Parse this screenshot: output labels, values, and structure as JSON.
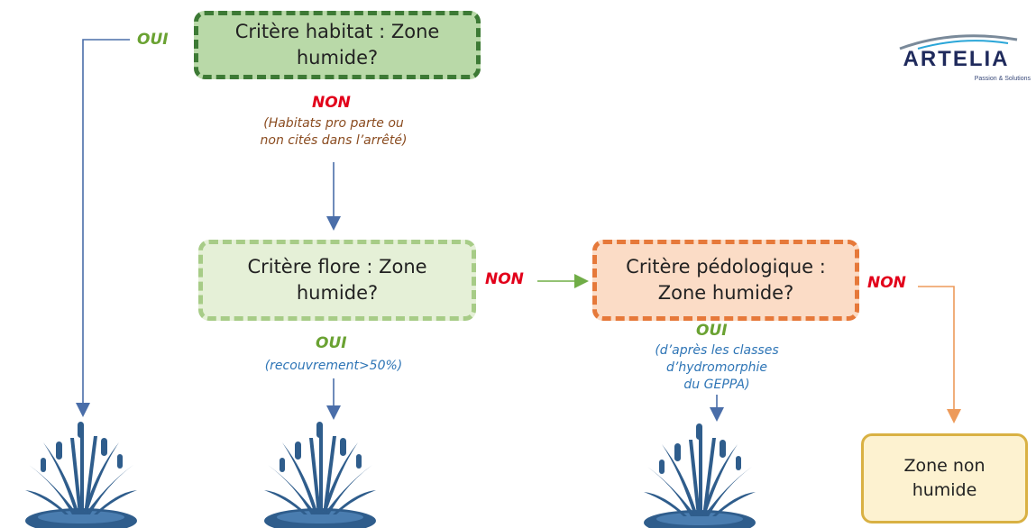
{
  "boxes": {
    "habitat": "Critère habitat : Zone humide?",
    "flore": "Critère flore : Zone humide?",
    "pedo": "Critère pédologique : Zone humide?",
    "non_humide": "Zone non humide"
  },
  "labels": {
    "oui_habitat": "OUI",
    "non_habitat": "NON",
    "non_habitat_note_1": "(Habitats pro parte ou",
    "non_habitat_note_2": "non cités dans l’arrêté)",
    "non_flore": "NON",
    "oui_flore": "OUI",
    "oui_flore_note": "(recouvrement>50%)",
    "non_pedo": "NON",
    "oui_pedo": "OUI",
    "oui_pedo_note_1": "(d’après les classes",
    "oui_pedo_note_2": "d’hydromorphie",
    "oui_pedo_note_3": "du GEPPA)"
  },
  "logo": {
    "name": "ARTELIA",
    "tagline": "Passion & Solutions"
  },
  "colors": {
    "oui": "#6aa232",
    "non": "#e2001a",
    "blue_note": "#2e75b6",
    "brown_note": "#8a4b1f",
    "arrow_blue": "#4a6ea9",
    "arrow_green": "#70ad47",
    "arrow_orange": "#ed9a5a",
    "icon_blue": "#2f5d8c"
  },
  "icons": [
    "wetland-plant-icon",
    "wetland-plant-icon",
    "wetland-plant-icon"
  ]
}
